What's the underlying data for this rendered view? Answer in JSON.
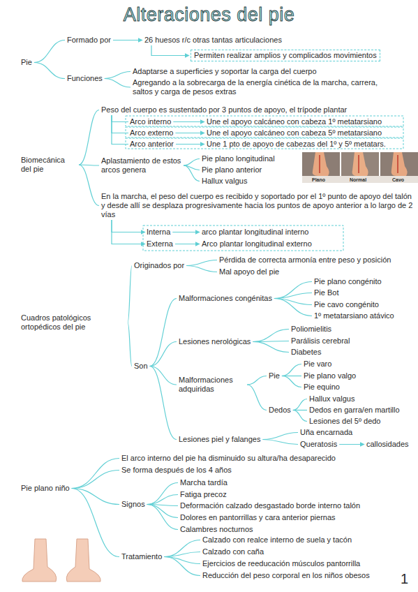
{
  "diagram": {
    "title": "Alteraciones del pie",
    "nodes": [
      {
        "text": [
          "Pie"
        ]
      },
      {
        "text": [
          "Formado por"
        ]
      },
      {
        "text": [
          "26 huesos r/c otras tantas articulaciones"
        ]
      },
      {
        "text": [
          "Permiten realizar amplios y complicados movimientos"
        ]
      },
      {
        "text": [
          "Funciones"
        ]
      },
      {
        "text": [
          "Adaptarse a superficies y soportar la carga del cuerpo"
        ]
      },
      {
        "text": [
          "Agregando a la sobrecarga de la energía cinética de la marcha, carrera, saltos y carga de pesos extras"
        ]
      },
      {
        "text": [
          "Biomecánica del pie"
        ]
      },
      {
        "text": [
          "Peso del cuerpo es sustentado por 3 puntos de apoyo, el trípode plantar"
        ]
      },
      {
        "text": [
          "Arco interno"
        ]
      },
      {
        "text": [
          "Une el apoyo calcáneo con cabeza 1º metatarsiano"
        ]
      },
      {
        "text": [
          "Arco externo"
        ]
      },
      {
        "text": [
          "Une el apoyo calcáneo con cabeza 5º metatarsiano"
        ]
      },
      {
        "text": [
          "Arco anterior"
        ]
      },
      {
        "text": [
          "Une 1 pto de apoyo de cabezas del 1º y 5º metatars."
        ]
      },
      {
        "text": [
          "Aplastamiento de estos arcos genera"
        ]
      },
      {
        "text": [
          "Pie plano longitudinal"
        ]
      },
      {
        "text": [
          "Pie plano anterior"
        ]
      },
      {
        "text": [
          "Hallux valgus"
        ]
      },
      {
        "text": [
          "En la marcha, el peso del cuerpo es recibido y soportado por el 1º punto de apoyo del talón y desde allí se desplaza progresivamente hacia los puntos de apoyo anterior a lo largo de 2 vías"
        ]
      },
      {
        "text": [
          "Interna"
        ]
      },
      {
        "text": [
          "arco plantar longitudinal interno"
        ]
      },
      {
        "text": [
          "Externa"
        ]
      },
      {
        "text": [
          "Arco plantar longitudinal externo"
        ]
      },
      {
        "text": [
          "Cuadros patológicos ortopédicos del pie"
        ]
      },
      {
        "text": [
          "Originados por"
        ]
      },
      {
        "text": [
          "Pérdida de correcta armonía entre peso y posición"
        ]
      },
      {
        "text": [
          "Mal apoyo del pie"
        ]
      },
      {
        "text": [
          "Son"
        ]
      },
      {
        "text": [
          "Malformaciones congénitas"
        ]
      },
      {
        "text": [
          "Pie plano congénito"
        ]
      },
      {
        "text": [
          "Pie Bot"
        ]
      },
      {
        "text": [
          "Pie cavo congénito"
        ]
      },
      {
        "text": [
          "1º metatarsiano atávico"
        ]
      },
      {
        "text": [
          "Lesiones nerológicas"
        ]
      },
      {
        "text": [
          "Poliomielitis"
        ]
      },
      {
        "text": [
          "Parálisis cerebral"
        ]
      },
      {
        "text": [
          "Diabetes"
        ]
      },
      {
        "text": [
          "Malformaciones adquiridas"
        ]
      },
      {
        "text": [
          "Pie"
        ]
      },
      {
        "text": [
          "Pie varo"
        ]
      },
      {
        "text": [
          "Pie plano valgo"
        ]
      },
      {
        "text": [
          "Pie equino"
        ]
      },
      {
        "text": [
          "Dedos"
        ]
      },
      {
        "text": [
          "Hallux valgus"
        ]
      },
      {
        "text": [
          "Dedos en garra/en martillo"
        ]
      },
      {
        "text": [
          "Lesiones del 5º dedo"
        ]
      },
      {
        "text": [
          "Lesiones piel y falanges"
        ]
      },
      {
        "text": [
          "Uña encarnada"
        ]
      },
      {
        "text": [
          "Queratosis"
        ]
      },
      {
        "text": [
          "callosidades"
        ]
      },
      {
        "text": [
          "Pie plano niño"
        ]
      },
      {
        "text": [
          "El arco interno del pie ha disminuido su altura/ha desaparecido"
        ]
      },
      {
        "text": [
          "Se forma después de los 4 años"
        ]
      },
      {
        "text": [
          "Signos"
        ]
      },
      {
        "text": [
          "Marcha tardía"
        ]
      },
      {
        "text": [
          "Fatiga precoz"
        ]
      },
      {
        "text": [
          "Deformación calzado desgastado borde interno talón"
        ]
      },
      {
        "text": [
          "Dolores en pantorrillas y cara anterior piernas"
        ]
      },
      {
        "text": [
          "Calambres nocturnos"
        ]
      },
      {
        "text": [
          "Tratamiento"
        ]
      },
      {
        "text": [
          "Calzado con realce interno de suela y tacón"
        ]
      },
      {
        "text": [
          "Calzado con caña"
        ]
      },
      {
        "text": [
          "Ejercicios de reeducación músculos pantorrilla"
        ]
      },
      {
        "text": [
          "Reducción del peso corporal en los niños obesos"
        ]
      }
    ],
    "edges": [
      {
        "from": 0,
        "to": 1,
        "arrow": "none"
      },
      {
        "from": 0,
        "to": 4,
        "arrow": "none"
      },
      {
        "from": 1,
        "to": 2,
        "arrow": "to"
      },
      {
        "from": 2,
        "to": 3,
        "arrow": "to"
      },
      {
        "from": 4,
        "to": 5,
        "arrow": "none"
      },
      {
        "from": 4,
        "to": 6,
        "arrow": "none"
      },
      {
        "from": 7,
        "to": 8,
        "arrow": "none"
      },
      {
        "from": 7,
        "to": 15,
        "arrow": "none"
      },
      {
        "from": 7,
        "to": 19,
        "arrow": "none"
      },
      {
        "from": 8,
        "to": 9,
        "arrow": "none"
      },
      {
        "from": 8,
        "to": 11,
        "arrow": "none"
      },
      {
        "from": 8,
        "to": 13,
        "arrow": "none"
      },
      {
        "from": 9,
        "to": 10,
        "arrow": "to"
      },
      {
        "from": 11,
        "to": 12,
        "arrow": "to"
      },
      {
        "from": 13,
        "to": 14,
        "arrow": "to"
      },
      {
        "from": 15,
        "to": 16,
        "arrow": "none"
      },
      {
        "from": 15,
        "to": 17,
        "arrow": "none"
      },
      {
        "from": 15,
        "to": 18,
        "arrow": "none"
      },
      {
        "from": 19,
        "to": 20,
        "arrow": "to"
      },
      {
        "from": 19,
        "to": 22,
        "arrow": "to"
      },
      {
        "from": 20,
        "to": 21,
        "arrow": "to"
      },
      {
        "from": 22,
        "to": 23,
        "arrow": "to"
      },
      {
        "from": 24,
        "to": 25,
        "arrow": "none"
      },
      {
        "from": 24,
        "to": 28,
        "arrow": "none"
      },
      {
        "from": 25,
        "to": 26,
        "arrow": "none"
      },
      {
        "from": 25,
        "to": 27,
        "arrow": "none"
      },
      {
        "from": 28,
        "to": 29,
        "arrow": "none"
      },
      {
        "from": 28,
        "to": 34,
        "arrow": "none"
      },
      {
        "from": 28,
        "to": 38,
        "arrow": "none"
      },
      {
        "from": 28,
        "to": 47,
        "arrow": "none"
      },
      {
        "from": 29,
        "to": 30,
        "arrow": "none"
      },
      {
        "from": 29,
        "to": 31,
        "arrow": "none"
      },
      {
        "from": 29,
        "to": 32,
        "arrow": "none"
      },
      {
        "from": 29,
        "to": 33,
        "arrow": "none"
      },
      {
        "from": 34,
        "to": 35,
        "arrow": "none"
      },
      {
        "from": 34,
        "to": 36,
        "arrow": "none"
      },
      {
        "from": 34,
        "to": 37,
        "arrow": "none"
      },
      {
        "from": 38,
        "to": 39,
        "arrow": "none"
      },
      {
        "from": 38,
        "to": 43,
        "arrow": "none"
      },
      {
        "from": 39,
        "to": 40,
        "arrow": "none"
      },
      {
        "from": 39,
        "to": 41,
        "arrow": "none"
      },
      {
        "from": 39,
        "to": 42,
        "arrow": "none"
      },
      {
        "from": 43,
        "to": 44,
        "arrow": "none"
      },
      {
        "from": 43,
        "to": 45,
        "arrow": "none"
      },
      {
        "from": 43,
        "to": 46,
        "arrow": "none"
      },
      {
        "from": 47,
        "to": 48,
        "arrow": "none"
      },
      {
        "from": 47,
        "to": 49,
        "arrow": "none"
      },
      {
        "from": 49,
        "to": 50,
        "arrow": "to"
      },
      {
        "from": 51,
        "to": 52,
        "arrow": "none"
      },
      {
        "from": 51,
        "to": 53,
        "arrow": "none"
      },
      {
        "from": 51,
        "to": 54,
        "arrow": "none"
      },
      {
        "from": 51,
        "to": 60,
        "arrow": "none"
      },
      {
        "from": 54,
        "to": 55,
        "arrow": "none"
      },
      {
        "from": 54,
        "to": 56,
        "arrow": "none"
      },
      {
        "from": 54,
        "to": 57,
        "arrow": "none"
      },
      {
        "from": 54,
        "to": 58,
        "arrow": "none"
      },
      {
        "from": 54,
        "to": 59,
        "arrow": "none"
      },
      {
        "from": 60,
        "to": 61,
        "arrow": "none"
      },
      {
        "from": 60,
        "to": 62,
        "arrow": "none"
      },
      {
        "from": 60,
        "to": 63,
        "arrow": "none"
      },
      {
        "from": 60,
        "to": 64,
        "arrow": "none"
      }
    ],
    "labels": [
      "Plano",
      "Normal",
      "Cavo",
      "1"
    ]
  }
}
